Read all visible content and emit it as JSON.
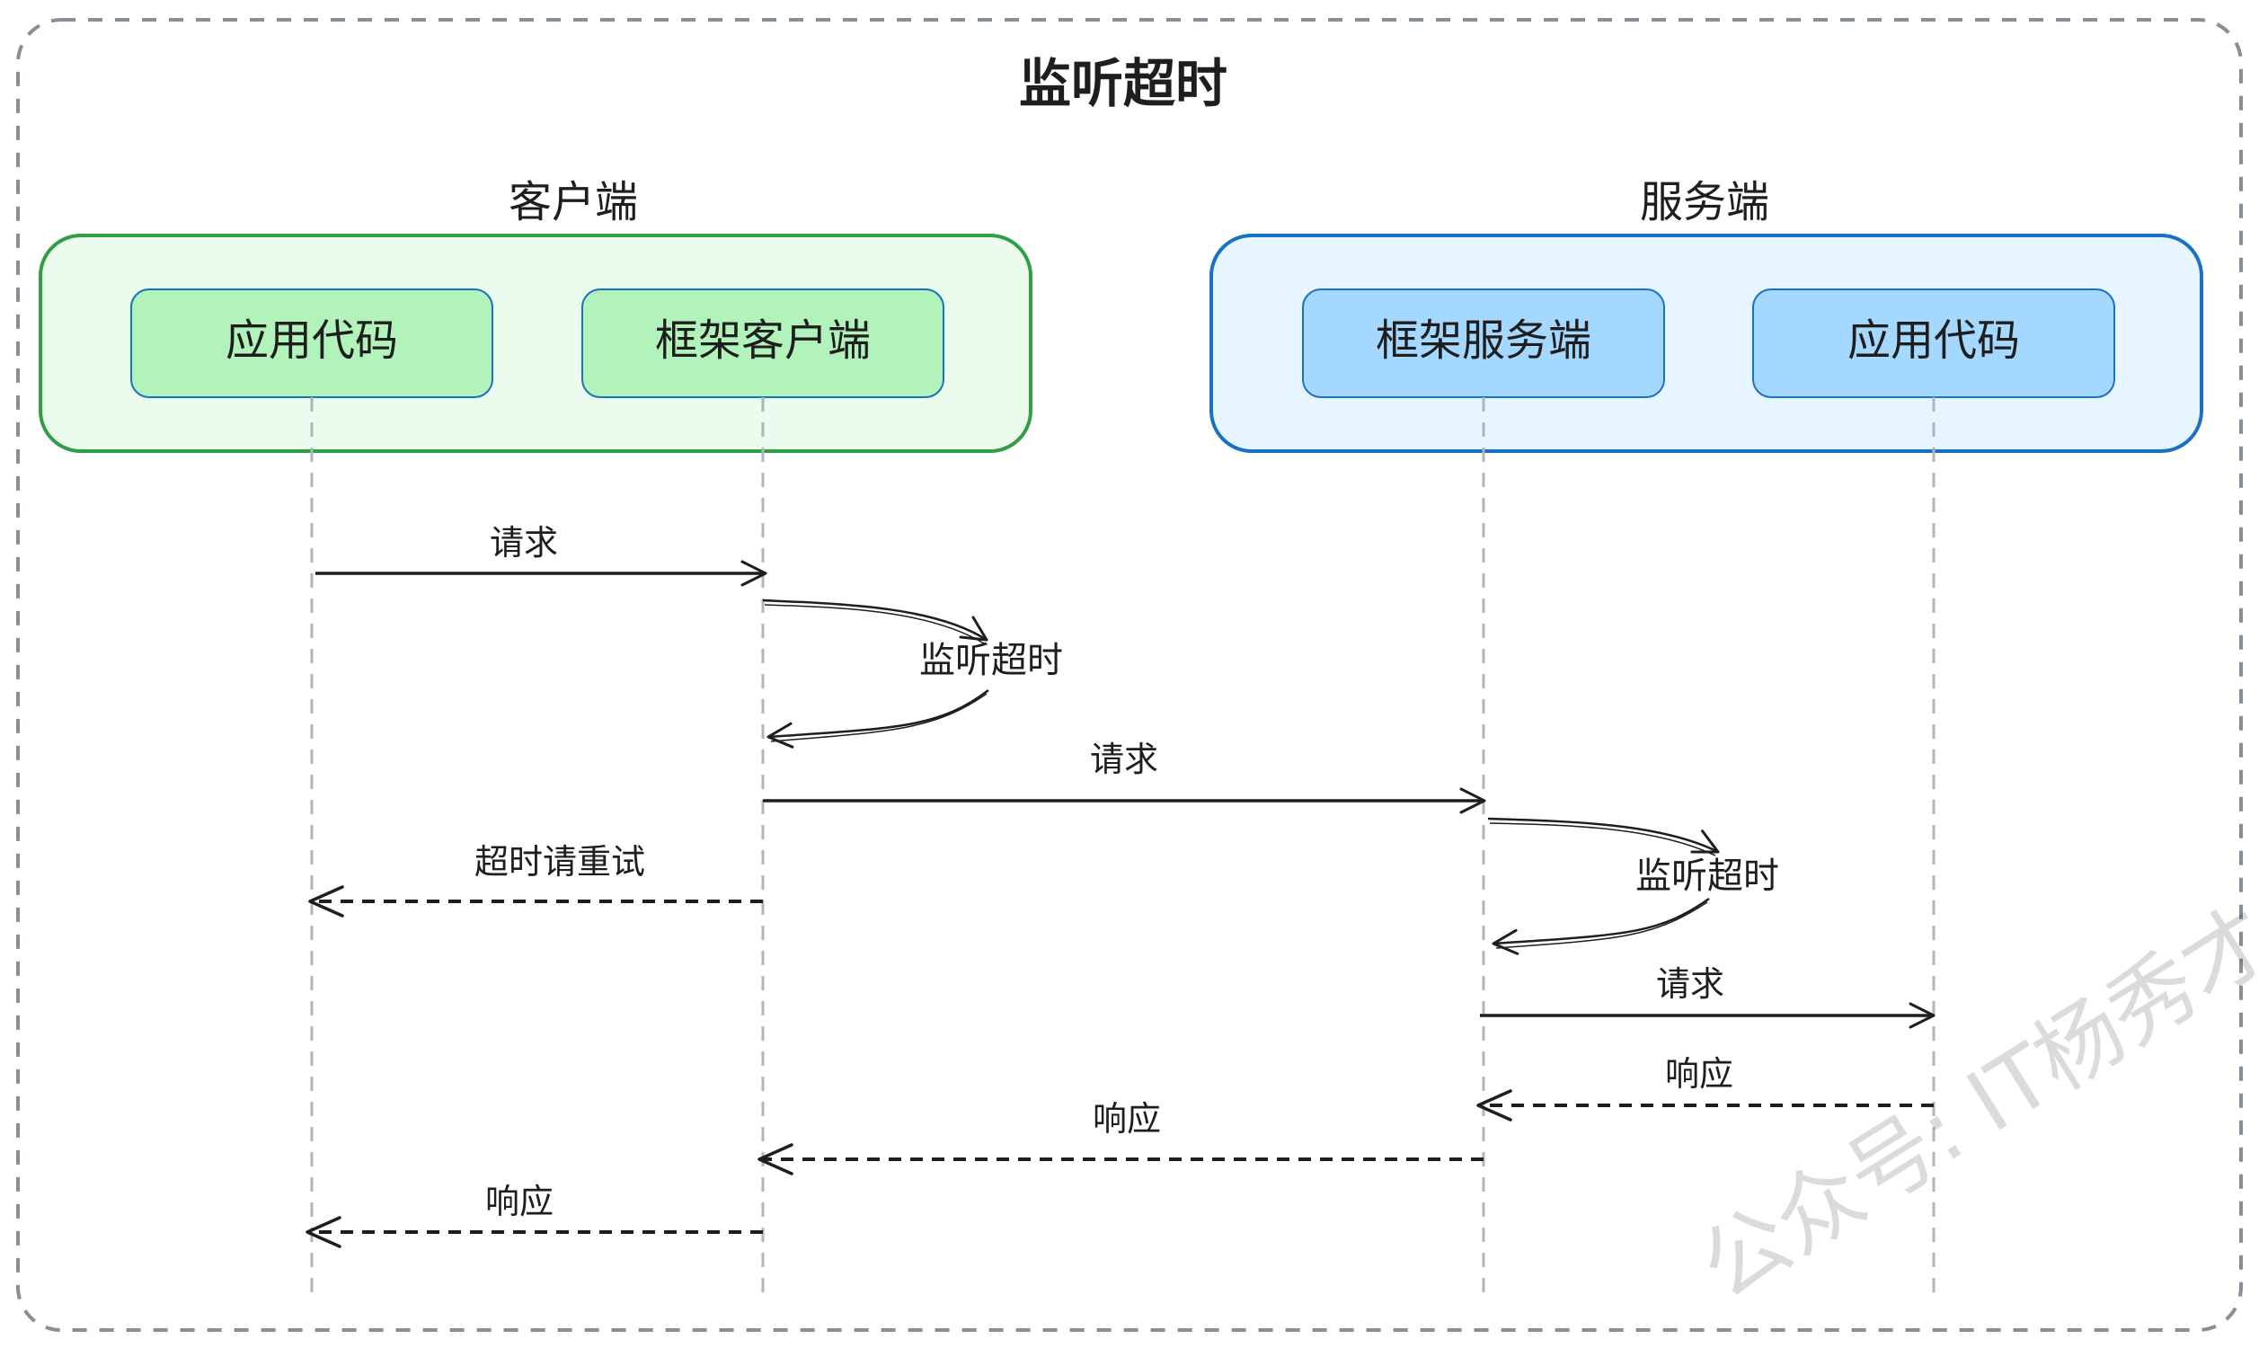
{
  "title": "监听超时",
  "client": {
    "group_label": "客户端",
    "app_code": "应用代码",
    "framework": "框架客户端"
  },
  "server": {
    "group_label": "服务端",
    "framework": "框架服务端",
    "app_code": "应用代码"
  },
  "messages": {
    "m1": "请求",
    "m2": "监听超时",
    "m3": "请求",
    "m4": "超时请重试",
    "m5": "监听超时",
    "m6": "请求",
    "m7": "响应",
    "m8": "响应",
    "m9": "响应"
  },
  "watermark": "公众号: IT杨秀才",
  "colors": {
    "client_group_fill": "#ebfbee",
    "client_group_stroke": "#2f9e44",
    "client_box_fill": "#b2f2bb",
    "server_group_fill": "#e7f5ff",
    "server_group_stroke": "#1971c2",
    "server_box_fill": "#a5d8ff",
    "lifeline": "#adb5bd",
    "frame": "#868e96",
    "ink": "#1e1e1e"
  }
}
